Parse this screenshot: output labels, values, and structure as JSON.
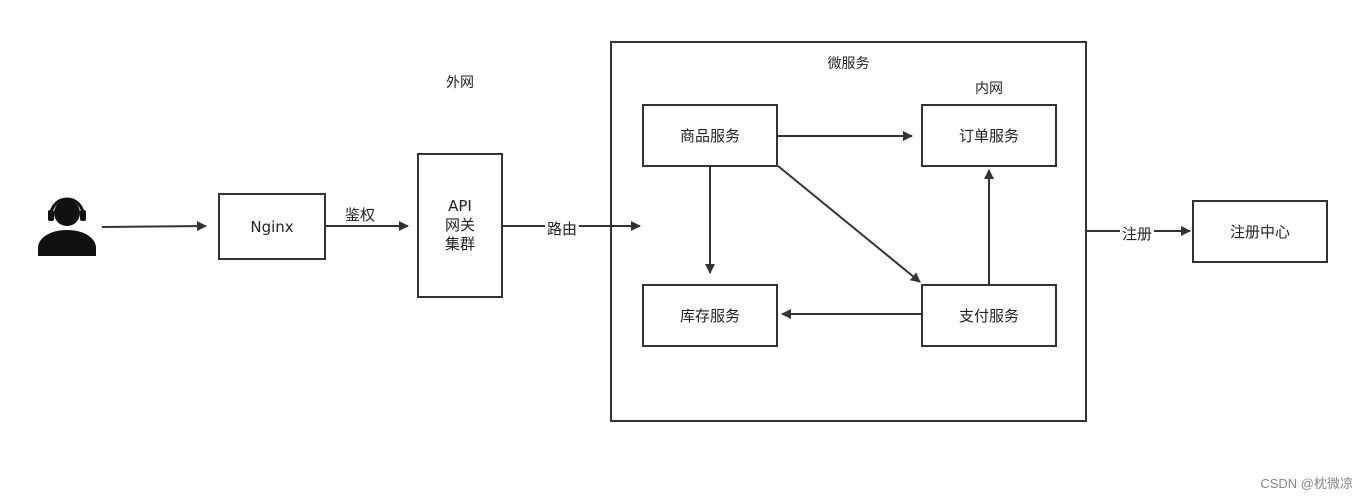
{
  "diagram": {
    "nodes": {
      "nginx": "Nginx",
      "gateway": [
        "API",
        "网关",
        "集群"
      ],
      "microservices": "微服务",
      "product": "商品服务",
      "order": "订单服务",
      "inventory": "库存服务",
      "payment": "支付服务",
      "registry": "注册中心"
    },
    "zones": {
      "external": "外网",
      "internal": "内网"
    },
    "edges": {
      "auth": "鉴权",
      "route": "路由",
      "register": "注册"
    },
    "user_icon": "headset-user-icon"
  },
  "watermark": "CSDN @枕微凉"
}
